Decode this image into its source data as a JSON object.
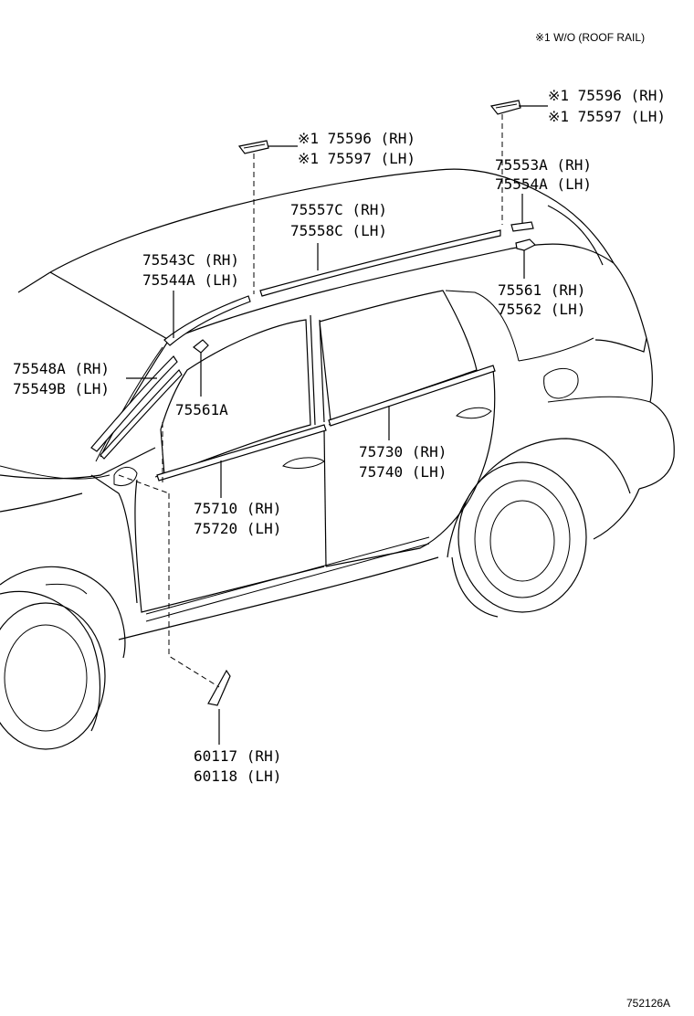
{
  "header_note": "※1  W/O (ROOF RAIL)",
  "diagram_id": "752126A",
  "callouts": {
    "c75596_top": [
      "※1 75596 (RH)",
      "※1 75597 (LH)"
    ],
    "c75596_mid": [
      "※1 75596 (RH)",
      "※1 75597 (LH)"
    ],
    "c75553": [
      "75553A (RH)",
      "75554A (LH)"
    ],
    "c75557": [
      "75557C (RH)",
      "75558C (LH)"
    ],
    "c75543": [
      "75543C (RH)",
      "75544A (LH)"
    ],
    "c75561rh": [
      "75561 (RH)",
      "75562 (LH)"
    ],
    "c75548": [
      "75548A (RH)",
      "75549B (LH)"
    ],
    "c75561a": [
      "75561A"
    ],
    "c75730": [
      "75730 (RH)",
      "75740 (LH)"
    ],
    "c75710": [
      "75710 (RH)",
      "75720 (LH)"
    ],
    "c60117": [
      "60117 (RH)",
      "60118 (LH)"
    ]
  }
}
